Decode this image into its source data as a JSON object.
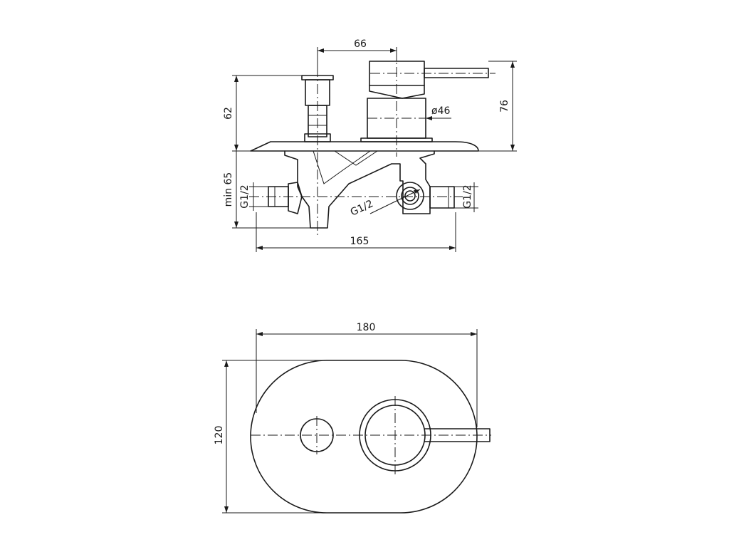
{
  "diagram": {
    "side_view": {
      "dim_top": "66",
      "dim_right": "76",
      "dim_diameter": "ø46",
      "dim_left_upper": "62",
      "dim_left_lower": "min 65",
      "dim_thread_left": "G1/2",
      "dim_thread_center": "G1/2",
      "dim_thread_right": "G1/2",
      "dim_bottom": "165"
    },
    "front_view": {
      "dim_width": "180",
      "dim_height": "120"
    }
  }
}
